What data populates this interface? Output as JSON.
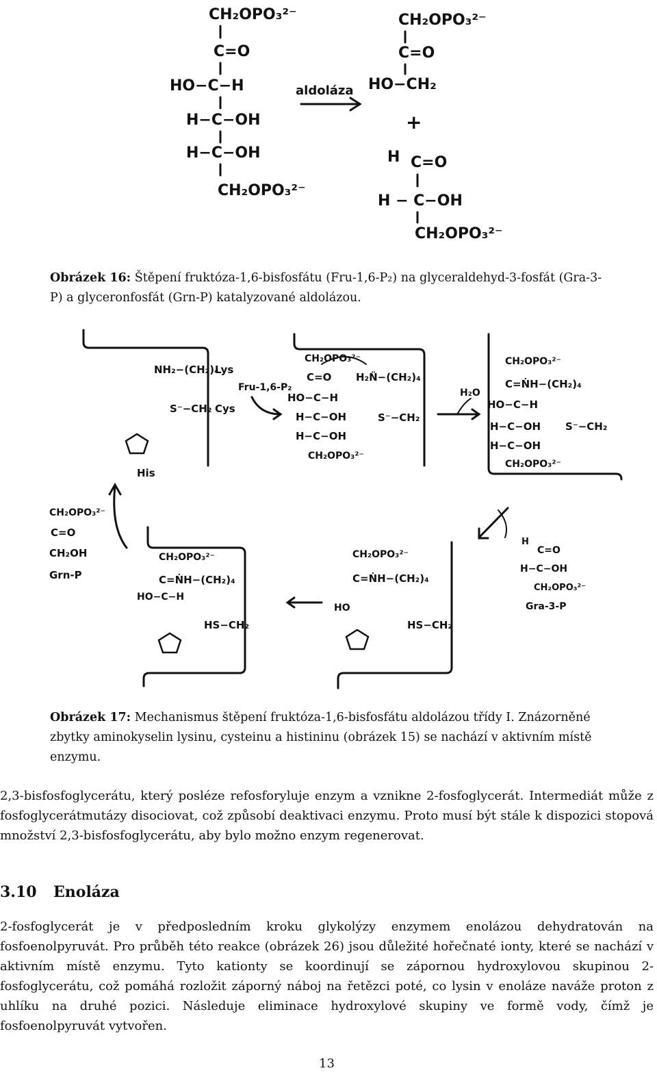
{
  "figure16": {
    "aldolase_label": "aldoláza",
    "substrate": {
      "top": "CH₂OPO₃²⁻",
      "c2": "C=O",
      "c3": "HO−C−H",
      "c4": "H−C−OH",
      "c5": "H−C−OH",
      "bottom": "CH₂OPO₃²⁻"
    },
    "product1": {
      "top": "CH₂OPO₃²⁻",
      "c2": "C=O",
      "c3": "HO−CH₂"
    },
    "plus": "+",
    "product2": {
      "c1_h": "H",
      "c1": "C=O",
      "c2": "H − C−OH",
      "bottom": "CH₂OPO₃²⁻"
    },
    "caption_label": "Obrázek 16:",
    "caption_text": "Štěpení fruktóza-1,6-bisfosfátu (Fru-1,6-P₂) na glyceraldehyd-3-fosfát (Gra-3-P) a glyceronfosfát (Grn-P) katalyzované aldolázou."
  },
  "figure17": {
    "lys_group": "NH₂−(CH₂)₄",
    "lys": "Lys",
    "cys_group": "S⁻−CH₂",
    "cys": "Cys",
    "his": "His",
    "substrate_label": "Fru-1,6-P₂",
    "h2o": "H₂O",
    "grn_p": "Grn-P",
    "gra_3_p": "Gra-3-P",
    "s_minus_ch2": "S⁻−CH₂",
    "hs_ch2": "HS−CH₂",
    "ch2opo3": "CH₂OPO₃²⁻",
    "c_eq_o": "C=O",
    "ch2oh": "CH₂OH",
    "ho_c_h": "HO−C−H",
    "h_c_oh": "H−C−OH",
    "h2n_ch2": "H₂N̈−(CH₂)₄",
    "c_eq_nh": "C=ṄH−(CH₂)₄",
    "caption_label": "Obrázek 17:",
    "caption_text": "Mechanismus štěpení fruktóza-1,6-bisfosfátu aldolázou třídy I. Znázorněné zbytky aminokyselin lysinu, cysteinu a histininu (obrázek 15) se nachází v aktivním místě enzymu."
  },
  "paragraph1": "2,3-bisfosfoglycerátu, který posléze refosforyluje enzym a vznikne 2-fosfoglycerát. Intermediát může z fosfoglycerátmutázy disociovat, což způsobí deaktivaci enzymu. Proto musí být stále k dispozici stopová množství 2,3-bisfosfoglycerátu, aby bylo možno enzym regenerovat.",
  "section": {
    "number": "3.10",
    "title": "Enoláza"
  },
  "paragraph2": "2-fosfoglycerát je v předposledním kroku glykolýzy enzymem enolázou dehydratován na fosfoenolpyruvát. Pro průběh této reakce (obrázek 26) jsou důležité hořečnaté ionty, které se nachází v aktivním místě enzymu. Tyto kationty se koordinují se zápornou hydroxylovou skupinou 2-fosfoglycerátu, což pomáhá rozložit záporný náboj na řetězci poté, co lysin v enoláze naváže proton z uhlíku na druhé pozici. Následuje eliminace hydroxylové skupiny ve formě vody, čímž je fosfoenolpyruvát vytvořen.",
  "page_number": "13"
}
